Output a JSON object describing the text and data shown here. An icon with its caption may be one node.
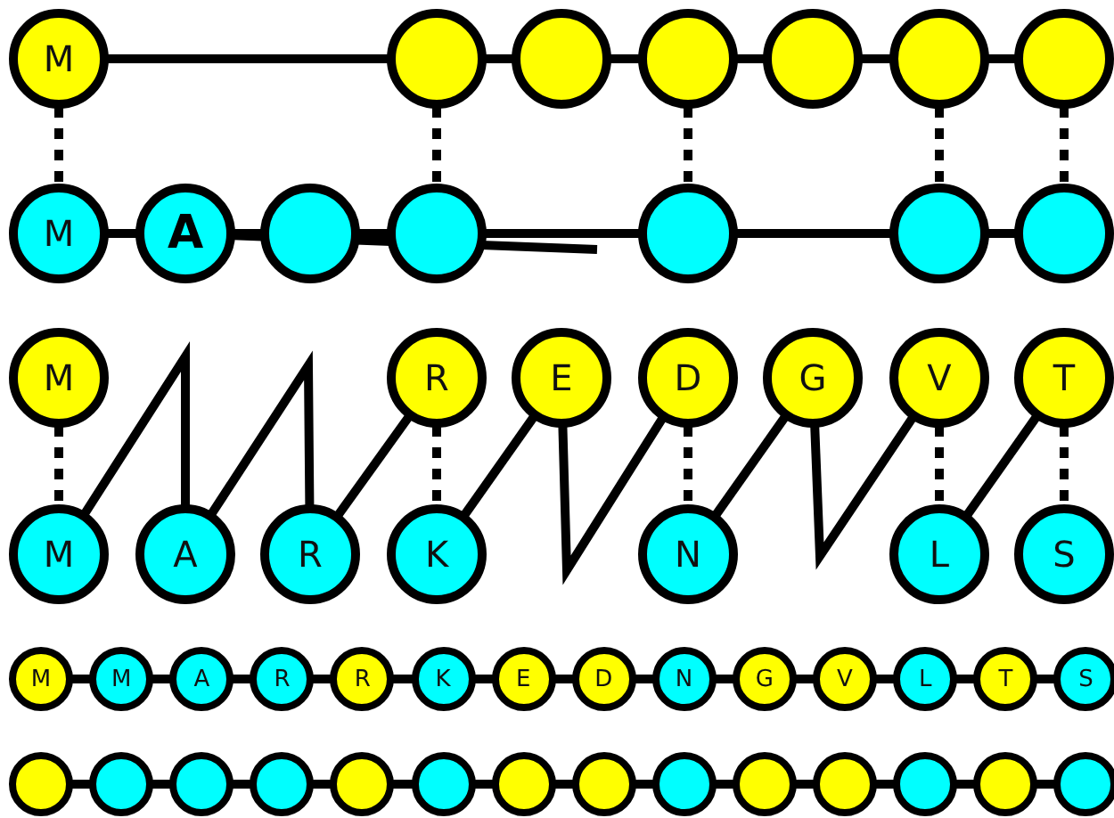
{
  "diagram": {
    "nodes": [
      {
        "text": [
          "M"
        ]
      },
      {
        "text": [],
        "shape": "circle"
      },
      {
        "text": [],
        "shape": "circle"
      },
      {
        "text": [],
        "shape": "circle"
      },
      {
        "text": [],
        "shape": "circle"
      },
      {
        "text": [],
        "shape": "circle"
      },
      {
        "text": [],
        "shape": "circle"
      },
      {
        "text": [
          "M"
        ]
      },
      {
        "text": [
          "A"
        ]
      },
      {
        "text": [],
        "shape": "circle"
      },
      {
        "text": [],
        "shape": "circle"
      },
      {
        "text": [],
        "shape": "circle"
      },
      {
        "text": [],
        "shape": "circle"
      },
      {
        "text": [],
        "shape": "circle"
      },
      {
        "text": [
          "M"
        ]
      },
      {
        "text": [
          "R"
        ]
      },
      {
        "text": [
          "E"
        ]
      },
      {
        "text": [
          "D"
        ]
      },
      {
        "text": [
          "G"
        ]
      },
      {
        "text": [
          "V"
        ]
      },
      {
        "text": [
          "T"
        ]
      },
      {
        "text": [
          "M"
        ]
      },
      {
        "text": [
          "A"
        ]
      },
      {
        "text": [
          "R"
        ]
      },
      {
        "text": [
          "K"
        ]
      },
      {
        "text": [
          "N"
        ]
      },
      {
        "text": [
          "L"
        ]
      },
      {
        "text": [
          "S"
        ]
      },
      {
        "text": [
          "M"
        ]
      },
      {
        "text": [
          "M"
        ]
      },
      {
        "text": [
          "A"
        ]
      },
      {
        "text": [
          "R"
        ]
      },
      {
        "text": [
          "R"
        ]
      },
      {
        "text": [
          "K"
        ]
      },
      {
        "text": [
          "E"
        ]
      },
      {
        "text": [
          "D"
        ]
      },
      {
        "text": [
          "N"
        ]
      },
      {
        "text": [
          "G"
        ]
      },
      {
        "text": [
          "V"
        ]
      },
      {
        "text": [
          "L"
        ]
      },
      {
        "text": [
          "T"
        ]
      },
      {
        "text": [
          "S"
        ]
      },
      {
        "text": [],
        "shape": "circle"
      },
      {
        "text": [],
        "shape": "circle"
      },
      {
        "text": [],
        "shape": "circle"
      },
      {
        "text": [],
        "shape": "circle"
      },
      {
        "text": [],
        "shape": "circle"
      },
      {
        "text": [],
        "shape": "circle"
      },
      {
        "text": [],
        "shape": "circle"
      },
      {
        "text": [],
        "shape": "circle"
      },
      {
        "text": [],
        "shape": "circle"
      },
      {
        "text": [],
        "shape": "circle"
      },
      {
        "text": [],
        "shape": "circle"
      },
      {
        "text": [],
        "shape": "circle"
      },
      {
        "text": [],
        "shape": "circle"
      },
      {
        "text": [],
        "shape": "circle"
      }
    ],
    "edges": [
      {
        "from": 0,
        "to": 1,
        "arrow": "none"
      },
      {
        "from": 1,
        "to": 2,
        "arrow": "none"
      },
      {
        "from": 2,
        "to": 3,
        "arrow": "none"
      },
      {
        "from": 3,
        "to": 4,
        "arrow": "none"
      },
      {
        "from": 4,
        "to": 5,
        "arrow": "none"
      },
      {
        "from": 5,
        "to": 6,
        "arrow": "none"
      },
      {
        "from": 7,
        "to": 8,
        "arrow": "none"
      },
      {
        "from": 8,
        "to": 9,
        "arrow": "none"
      },
      {
        "from": 9,
        "to": 10,
        "arrow": "none"
      },
      {
        "from": 10,
        "to": 11,
        "arrow": "none"
      },
      {
        "from": 11,
        "to": 12,
        "arrow": "none"
      },
      {
        "from": 12,
        "to": 13,
        "arrow": "none"
      },
      {
        "from": 0,
        "to": 7,
        "arrow": "none",
        "style": "dashed"
      },
      {
        "from": 1,
        "to": 10,
        "arrow": "none",
        "style": "dashed"
      },
      {
        "from": 3,
        "to": 11,
        "arrow": "none",
        "style": "dashed"
      },
      {
        "from": 5,
        "to": 12,
        "arrow": "none",
        "style": "dashed"
      },
      {
        "from": 6,
        "to": 13,
        "arrow": "none",
        "style": "dashed"
      },
      {
        "from": 8,
        "to": null,
        "arrow": "none"
      },
      {
        "from": 14,
        "to": 21,
        "arrow": "none",
        "style": "dashed"
      },
      {
        "from": 15,
        "to": 24,
        "arrow": "none",
        "style": "dashed"
      },
      {
        "from": 17,
        "to": 25,
        "arrow": "none",
        "style": "dashed"
      },
      {
        "from": 19,
        "to": 26,
        "arrow": "none",
        "style": "dashed"
      },
      {
        "from": 20,
        "to": 27,
        "arrow": "none",
        "style": "dashed"
      },
      {
        "from": 21,
        "to": 22,
        "arrow": "none"
      },
      {
        "from": 22,
        "to": 23,
        "arrow": "none"
      },
      {
        "from": 23,
        "to": 15,
        "arrow": "none"
      },
      {
        "from": 24,
        "to": 16,
        "arrow": "none"
      },
      {
        "from": 16,
        "to": 17,
        "arrow": "none"
      },
      {
        "from": 25,
        "to": 18,
        "arrow": "none"
      },
      {
        "from": 18,
        "to": 19,
        "arrow": "none"
      },
      {
        "from": 26,
        "to": 20,
        "arrow": "none"
      },
      {
        "from": 28,
        "to": 29,
        "arrow": "none"
      },
      {
        "from": 29,
        "to": 30,
        "arrow": "none"
      },
      {
        "from": 30,
        "to": 31,
        "arrow": "none"
      },
      {
        "from": 31,
        "to": 32,
        "arrow": "none"
      },
      {
        "from": 32,
        "to": 33,
        "arrow": "none"
      },
      {
        "from": 33,
        "to": 34,
        "arrow": "none"
      },
      {
        "from": 34,
        "to": 35,
        "arrow": "none"
      },
      {
        "from": 35,
        "to": 36,
        "arrow": "none"
      },
      {
        "from": 36,
        "to": 37,
        "arrow": "none"
      },
      {
        "from": 37,
        "to": 38,
        "arrow": "none"
      },
      {
        "from": 38,
        "to": 39,
        "arrow": "none"
      },
      {
        "from": 39,
        "to": 40,
        "arrow": "none"
      },
      {
        "from": 40,
        "to": 41,
        "arrow": "none"
      },
      {
        "from": 42,
        "to": 43,
        "arrow": "none"
      },
      {
        "from": 43,
        "to": 44,
        "arrow": "none"
      },
      {
        "from": 44,
        "to": 45,
        "arrow": "none"
      },
      {
        "from": 45,
        "to": 46,
        "arrow": "none"
      },
      {
        "from": 46,
        "to": 47,
        "arrow": "none"
      },
      {
        "from": 47,
        "to": 48,
        "arrow": "none"
      },
      {
        "from": 48,
        "to": 49,
        "arrow": "none"
      },
      {
        "from": 49,
        "to": 50,
        "arrow": "none"
      },
      {
        "from": 50,
        "to": 51,
        "arrow": "none"
      },
      {
        "from": 51,
        "to": 52,
        "arrow": "none"
      },
      {
        "from": 52,
        "to": 53,
        "arrow": "none"
      },
      {
        "from": 53,
        "to": 54,
        "arrow": "none"
      },
      {
        "from": 54,
        "to": 55,
        "arrow": "none"
      }
    ]
  }
}
